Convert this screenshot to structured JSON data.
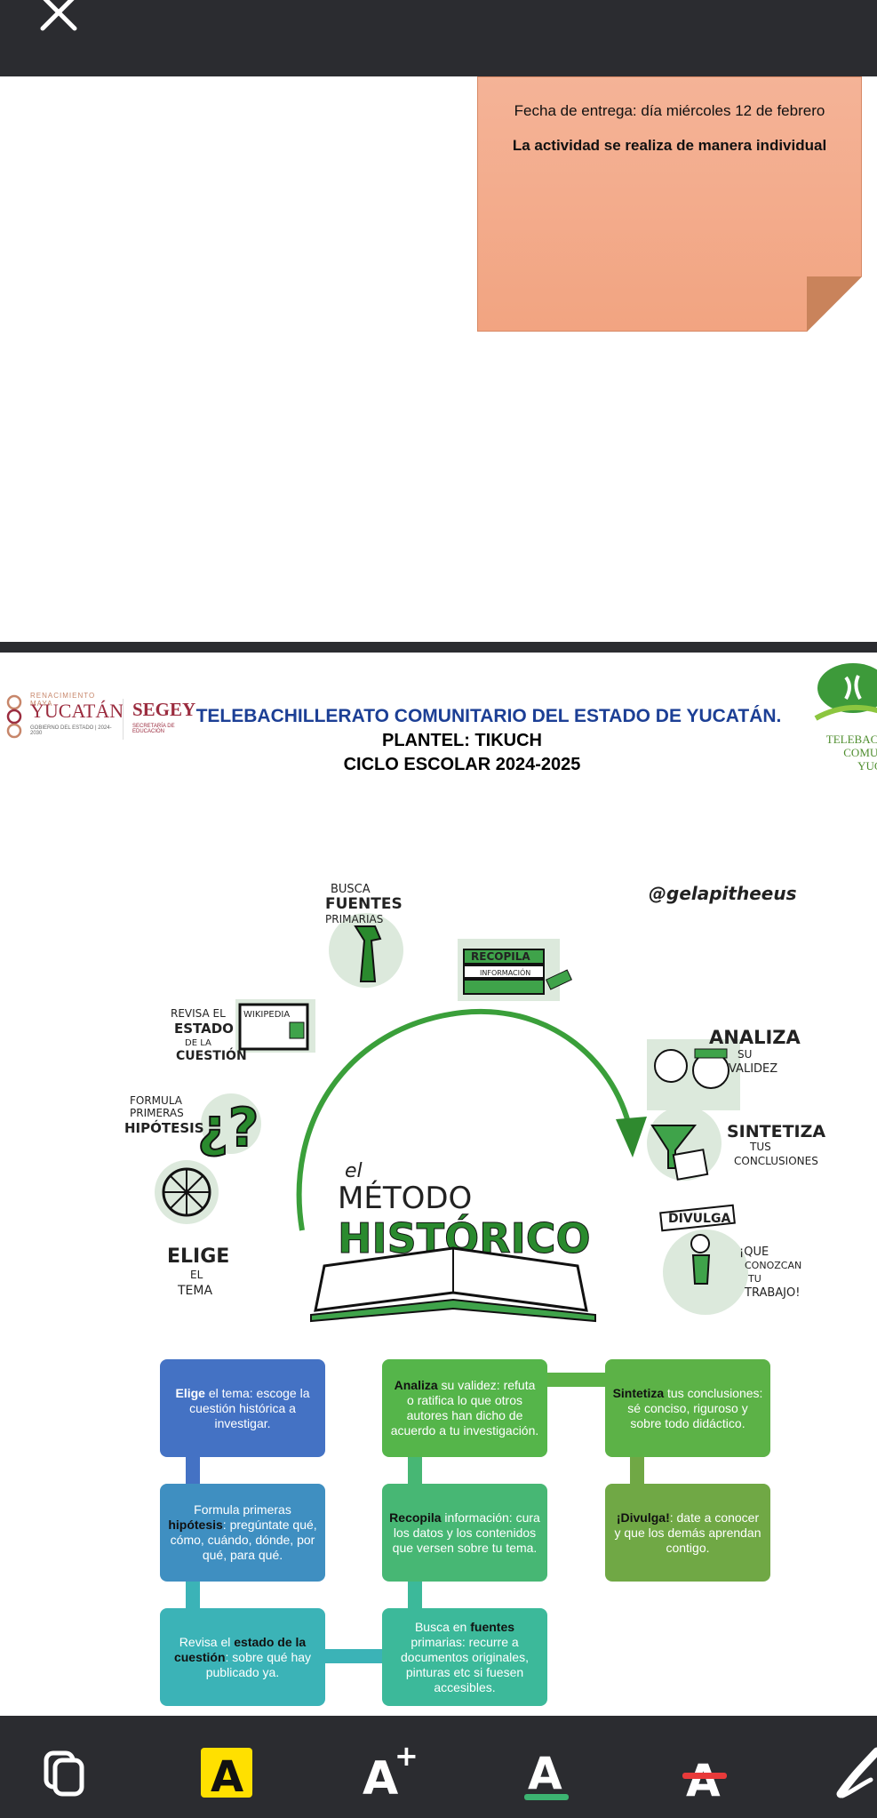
{
  "top_bar": {
    "close_icon": "close-icon"
  },
  "note": {
    "line1": "Fecha de entrega: día miércoles 12 de febrero",
    "line2": "La actividad se realiza de manera individual",
    "color": "#f2a481"
  },
  "header": {
    "logo_left_small": "RENACIMIENTO MAYA",
    "logo_left_main": "YUCATÁN",
    "logo_left_sub": "GOBIERNO DEL ESTADO | 2024-2030",
    "logo_segey": "SEGEY",
    "logo_segey_sub": "SECRETARÍA DE EDUCACIÓN",
    "title": "TELEBACHILLERATO COMUNITARIO DEL ESTADO DE YUCATÁN.",
    "plantel": "PLANTEL: TIKUCH",
    "ciclo": "CICLO ESCOLAR 2024-2025",
    "logo_right_1": "TELEBACHI",
    "logo_right_2": "COMUNI",
    "logo_right_3": "YUCA"
  },
  "illustration": {
    "credit": "@gelapitheeus",
    "title_small": "el",
    "title_1": "MÉTODO",
    "title_2": "HISTÓRICO",
    "steps": {
      "elige_1": "ELIGE",
      "elige_2": "EL",
      "elige_3": "TEMA",
      "formula_1": "FORMULA",
      "formula_2": "PRIMERAS",
      "formula_3": "HIPÓTESIS",
      "revisa_1": "REVISA EL",
      "revisa_2": "ESTADO",
      "revisa_3": "DE LA",
      "revisa_4": "CUESTIÓN",
      "wiki": "WIKIPEDIA",
      "busca_1": "BUSCA",
      "busca_2": "FUENTES",
      "busca_3": "PRIMARIAS",
      "recopila_1": "RECOPILA",
      "recopila_2": "INFORMACIÓN",
      "analiza_1": "ANALIZA",
      "analiza_2": "SU",
      "analiza_3": "VALIDEZ",
      "sintetiza_1": "SINTETIZA",
      "sintetiza_2": "TUS",
      "sintetiza_3": "CONCLUSIONES",
      "divulga_1": "DIVULGA",
      "divulga_2": "¡QUE",
      "divulga_3": "CONOZCAN",
      "divulga_4": "TU",
      "divulga_5": "TRABAJO!"
    }
  },
  "flow": {
    "elige": {
      "bold": "Elige",
      "rest": " el tema: escoge la cuestión histórica a investigar.",
      "color": "#4472c4"
    },
    "formula": {
      "pre": "Formula primeras ",
      "bold": "hipótesis",
      "rest": ": pregúntate qué, cómo, cuándo, dónde, por qué, para qué.",
      "color": "#3f8fc1"
    },
    "revisa": {
      "pre": "Revisa el ",
      "bold1": "estado de la cuestión",
      "rest": ": sobre qué hay publicado  ya.",
      "color": "#3bb3b7"
    },
    "busca": {
      "pre": "Busca en ",
      "bold": "fuentes",
      "rest": " primarias: recurre a documentos originales, pinturas etc si fuesen accesibles.",
      "color": "#3cb99a"
    },
    "recopila": {
      "bold": "Recopila",
      "rest": " información: cura los datos y los contenidos que versen sobre tu tema.",
      "color": "#47b774"
    },
    "analiza": {
      "bold": "Analiza",
      "rest": " su validez: refuta o ratifica lo que otros autores han dicho de acuerdo a tu investigación.",
      "color": "#55b54a"
    },
    "sintetiza": {
      "bold": "Sintetiza",
      "rest": " tus conclusiones: sé conciso, riguroso y sobre todo didáctico.",
      "color": "#5cb247"
    },
    "divulga": {
      "bold": "¡Divulga!",
      "rest": ": date a conocer y que los demás aprendan contigo.",
      "color": "#70a845"
    }
  },
  "toolbar": {
    "tools": [
      "copy-icon",
      "highlight-icon",
      "text-size-increase-icon",
      "underline-icon",
      "strikethrough-icon",
      "draw-icon"
    ],
    "highlight_letter": "A",
    "size_letter": "A",
    "size_plus": "+",
    "underline_letter": "A",
    "strike_letter": "A",
    "accent_yellow": "#ffe000",
    "accent_green": "#3cb371",
    "accent_red": "#e83a3a"
  }
}
